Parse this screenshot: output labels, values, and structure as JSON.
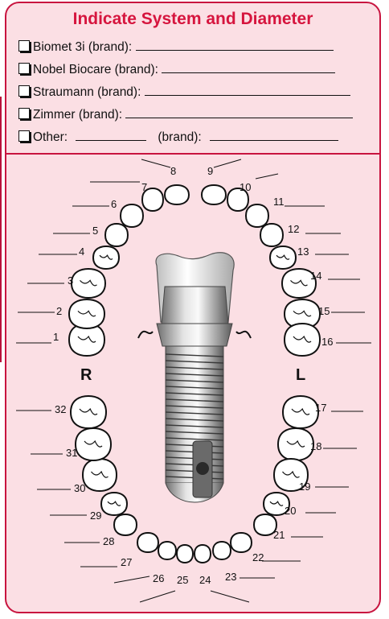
{
  "form": {
    "title": "Indicate System and Diameter",
    "options": [
      {
        "label": "Biomet 3i (brand):"
      },
      {
        "label": "Nobel Biocare (brand):"
      },
      {
        "label": "Straumann (brand):"
      },
      {
        "label": "Zimmer (brand):"
      },
      {
        "label": "Other:",
        "suffix": "(brand):"
      }
    ]
  },
  "chart": {
    "right_label": "R",
    "left_label": "L",
    "tooth_numbers": [
      "1",
      "2",
      "3",
      "4",
      "5",
      "6",
      "7",
      "8",
      "9",
      "10",
      "11",
      "12",
      "13",
      "14",
      "15",
      "16",
      "17",
      "18",
      "19",
      "20",
      "21",
      "22",
      "23",
      "24",
      "25",
      "26",
      "27",
      "28",
      "29",
      "30",
      "31",
      "32"
    ]
  },
  "colors": {
    "accent": "#d6153e",
    "panel": "#fbdfe4",
    "border": "#c8143f"
  }
}
